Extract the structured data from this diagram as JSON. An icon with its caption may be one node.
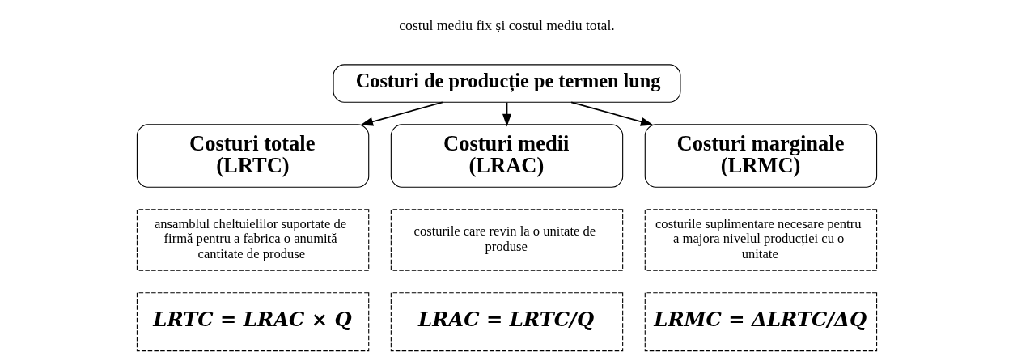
{
  "diagram": {
    "nodes": [
      {
        "text": [
          "Costuri de producție pe termen lung"
        ]
      },
      {
        "text": [
          "Costuri totale (LRTC)"
        ]
      },
      {
        "text": [
          "Costuri medii (LRAC)"
        ]
      },
      {
        "text": [
          "Costuri marginale (LRMC)"
        ]
      },
      {
        "text": [
          "ansamblul cheltuielilor suportate de firmă pentru a fabrica o anumită cantitate de produse"
        ]
      },
      {
        "text": [
          "costurile care revin la o unitate de produse"
        ]
      },
      {
        "text": [
          "costurile suplimentare necesare pentru a majora nivelul producției cu o unitate"
        ]
      },
      {
        "text": [
          "LRTC = LRAC × Q"
        ]
      },
      {
        "text": [
          "LRAC = LRTC/Q"
        ]
      },
      {
        "text": [
          "LRMC = ΔLRTC/ΔQ"
        ]
      }
    ],
    "edges": [
      {
        "from": 0,
        "to": 1,
        "arrow": "to"
      },
      {
        "from": 0,
        "to": 2,
        "arrow": "to"
      },
      {
        "from": 0,
        "to": 3,
        "arrow": "to"
      }
    ],
    "labels": [
      "costul mediu fix și costul mediu total."
    ]
  }
}
